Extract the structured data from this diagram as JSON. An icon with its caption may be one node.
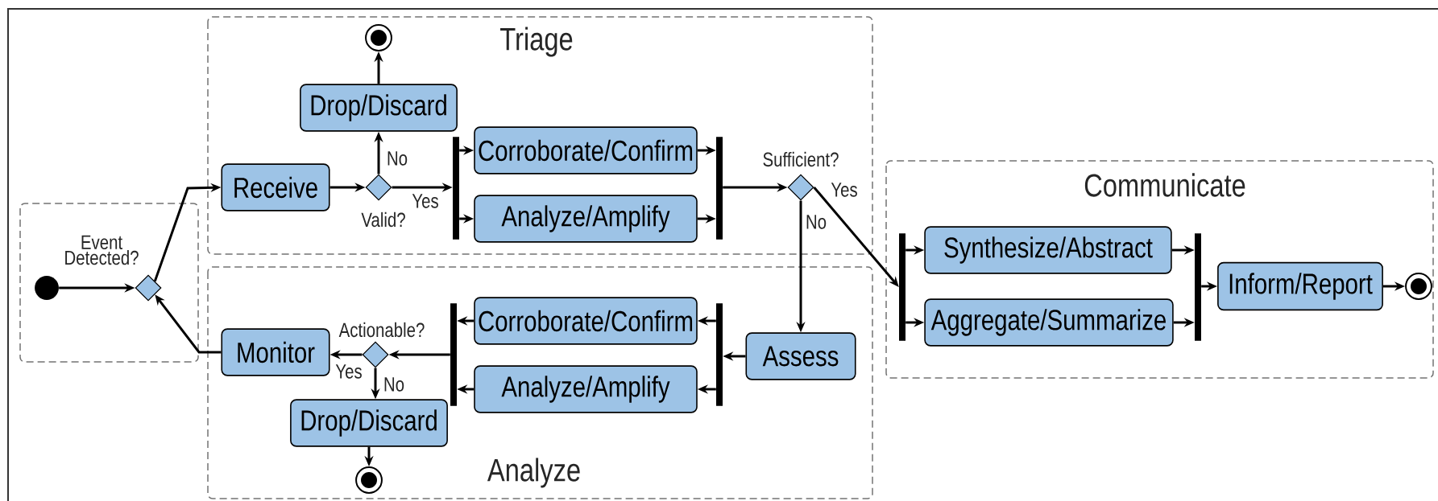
{
  "diagram": {
    "nodes": [
      {
        "text": [],
        "shape": "box"
      },
      {
        "text": [],
        "shape": "circle",
        "in": 0
      },
      {
        "text": [],
        "shape": "diamond",
        "in": 0,
        "beside": [
          "Event Detected?"
        ]
      },
      {
        "text": [
          "Triage"
        ]
      },
      {
        "text": [
          "Receive"
        ],
        "in": 3
      },
      {
        "text": [],
        "shape": "diamond",
        "in": 3,
        "beside": [
          "Valid?"
        ]
      },
      {
        "text": [
          "Drop/Discard"
        ],
        "in": 3
      },
      {
        "text": [],
        "shape": "circle",
        "in": 3
      },
      {
        "text": [],
        "shape": "bar",
        "in": 3
      },
      {
        "text": [
          "Corroborate/Confirm"
        ],
        "in": 3
      },
      {
        "text": [
          "Analyze/Amplify"
        ],
        "in": 3
      },
      {
        "text": [],
        "shape": "bar",
        "in": 3
      },
      {
        "text": [],
        "shape": "diamond",
        "in": 3,
        "beside": [
          "Sufficient?"
        ]
      },
      {
        "text": [
          "Analyze"
        ]
      },
      {
        "text": [
          "Assess"
        ],
        "in": 13
      },
      {
        "text": [],
        "shape": "bar",
        "in": 13
      },
      {
        "text": [
          "Corroborate/Confirm"
        ],
        "in": 13
      },
      {
        "text": [
          "Analyze/Amplify"
        ],
        "in": 13
      },
      {
        "text": [],
        "shape": "bar",
        "in": 13
      },
      {
        "text": [],
        "shape": "diamond",
        "in": 13,
        "beside": [
          "Actionable?"
        ]
      },
      {
        "text": [
          "Monitor"
        ],
        "in": 13
      },
      {
        "text": [
          "Drop/Discard"
        ],
        "in": 13
      },
      {
        "text": [],
        "shape": "circle",
        "in": 13
      },
      {
        "text": [
          "Communicate"
        ]
      },
      {
        "text": [],
        "shape": "bar",
        "in": 23
      },
      {
        "text": [
          "Synthesize/Abstract"
        ],
        "in": 23
      },
      {
        "text": [
          "Aggregate/Summarize"
        ],
        "in": 23
      },
      {
        "text": [],
        "shape": "bar",
        "in": 23
      },
      {
        "text": [
          "Inform/Report"
        ],
        "in": 23
      },
      {
        "text": [],
        "shape": "circle",
        "in": 23
      }
    ],
    "edges": [
      {
        "from": 1,
        "to": 2,
        "arrow": "to"
      },
      {
        "from": 2,
        "to": 4,
        "arrow": "to"
      },
      {
        "from": 4,
        "to": 5,
        "arrow": "to"
      },
      {
        "from": 5,
        "to": 6,
        "arrow": "to",
        "label": "No"
      },
      {
        "from": 6,
        "to": 7,
        "arrow": "to"
      },
      {
        "from": 5,
        "to": 8,
        "arrow": "to",
        "label": "Yes"
      },
      {
        "from": 8,
        "to": 9,
        "arrow": "to"
      },
      {
        "from": 8,
        "to": 10,
        "arrow": "to"
      },
      {
        "from": 9,
        "to": 11,
        "arrow": "to"
      },
      {
        "from": 10,
        "to": 11,
        "arrow": "to"
      },
      {
        "from": 11,
        "to": 12,
        "arrow": "to"
      },
      {
        "from": 12,
        "to": 24,
        "arrow": "to",
        "label": "Yes"
      },
      {
        "from": 12,
        "to": 14,
        "arrow": "to",
        "label": "No"
      },
      {
        "from": 14,
        "to": 18,
        "arrow": "to"
      },
      {
        "from": 18,
        "to": 16,
        "arrow": "to"
      },
      {
        "from": 18,
        "to": 17,
        "arrow": "to"
      },
      {
        "from": 16,
        "to": 15,
        "arrow": "to"
      },
      {
        "from": 17,
        "to": 15,
        "arrow": "to"
      },
      {
        "from": 15,
        "to": 19,
        "arrow": "to"
      },
      {
        "from": 19,
        "to": 20,
        "arrow": "to",
        "label": "Yes"
      },
      {
        "from": 19,
        "to": 21,
        "arrow": "to",
        "label": "No"
      },
      {
        "from": 21,
        "to": 22,
        "arrow": "to"
      },
      {
        "from": 20,
        "to": 2,
        "arrow": "to"
      },
      {
        "from": 24,
        "to": 25,
        "arrow": "to"
      },
      {
        "from": 24,
        "to": 26,
        "arrow": "to"
      },
      {
        "from": 25,
        "to": 27,
        "arrow": "to"
      },
      {
        "from": 26,
        "to": 27,
        "arrow": "to"
      },
      {
        "from": 27,
        "to": 28,
        "arrow": "to"
      },
      {
        "from": 28,
        "to": 29,
        "arrow": "to"
      }
    ]
  }
}
